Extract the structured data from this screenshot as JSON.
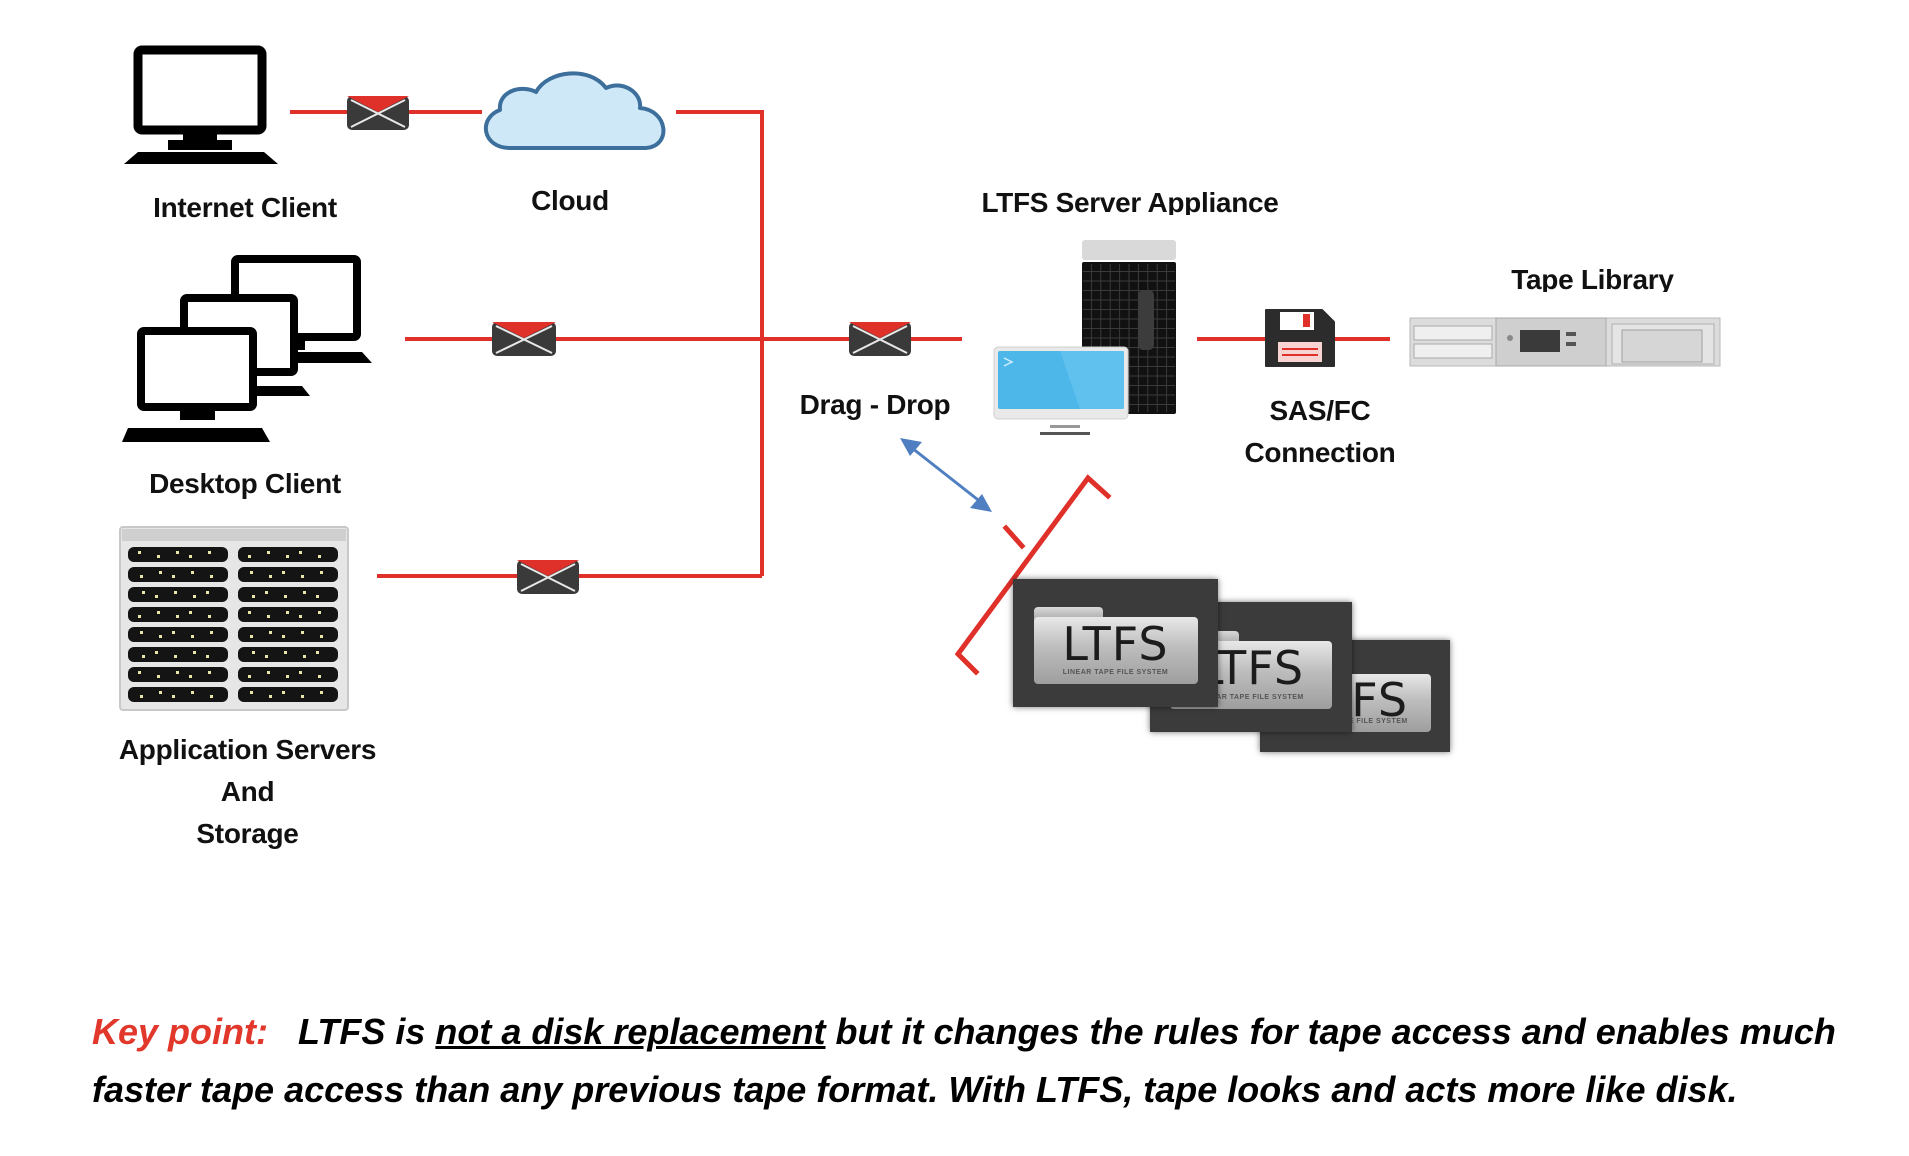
{
  "diagram": {
    "title": "LTFS architecture",
    "nodes": {
      "internet_client": {
        "label": "Internet Client",
        "icon": "monitor-icon"
      },
      "cloud": {
        "label": "Cloud",
        "icon": "cloud-icon"
      },
      "desktop_client": {
        "label": "Desktop Client",
        "icon": "multi-monitor-icon"
      },
      "app_servers": {
        "label_lines": [
          "Application Servers",
          "And",
          "Storage"
        ],
        "icon": "server-rack-icon"
      },
      "drag_drop": {
        "label": "Drag - Drop",
        "icon": "envelope-icon"
      },
      "ltfs_server": {
        "label": "LTFS Server Appliance",
        "icon": "server-tower-icon"
      },
      "sas_fc": {
        "label_lines": [
          "SAS/FC",
          "Connection"
        ],
        "icon": "floppy-disk-icon"
      },
      "tape_library": {
        "label": "Tape Library",
        "icon": "tape-library-icon"
      }
    },
    "ltfs_folders": [
      {
        "title": "LTFS",
        "subtitle": "LINEAR TAPE FILE SYSTEM"
      },
      {
        "title": "LTFS",
        "subtitle": "LINEAR TAPE FILE SYSTEM"
      },
      {
        "title": "LTFS",
        "subtitle": "LINEAR TAPE FILE SYSTEM"
      }
    ],
    "edges": [
      {
        "from": "internet_client",
        "to": "cloud",
        "marker": "envelope-icon"
      },
      {
        "from": "cloud",
        "to": "bus"
      },
      {
        "from": "desktop_client",
        "to": "bus",
        "marker": "envelope-icon"
      },
      {
        "from": "app_servers",
        "to": "bus",
        "marker": "envelope-icon"
      },
      {
        "from": "bus",
        "to": "ltfs_server",
        "marker": "envelope-icon"
      },
      {
        "from": "ltfs_server",
        "to": "tape_library",
        "marker": "floppy-disk-icon"
      },
      {
        "from": "drag_drop",
        "to": "ltfs_folders",
        "style": "double-arrow"
      }
    ],
    "colors": {
      "connector": "#e0302a",
      "arrow": "#4f7fc0",
      "cloud_fill": "#cfe8f8",
      "cloud_stroke": "#3d6f9c",
      "envelope_body": "#3a3a3a",
      "envelope_flap": "#e0302a",
      "caption_key": "#e2372b"
    }
  },
  "caption": {
    "key_label": "Key point:",
    "part1": "LTFS is ",
    "underlined": "not a disk replacement",
    "part2": " but it changes the rules for tape access and enables much faster tape access than any previous tape format. With LTFS, tape looks and acts more like disk."
  }
}
